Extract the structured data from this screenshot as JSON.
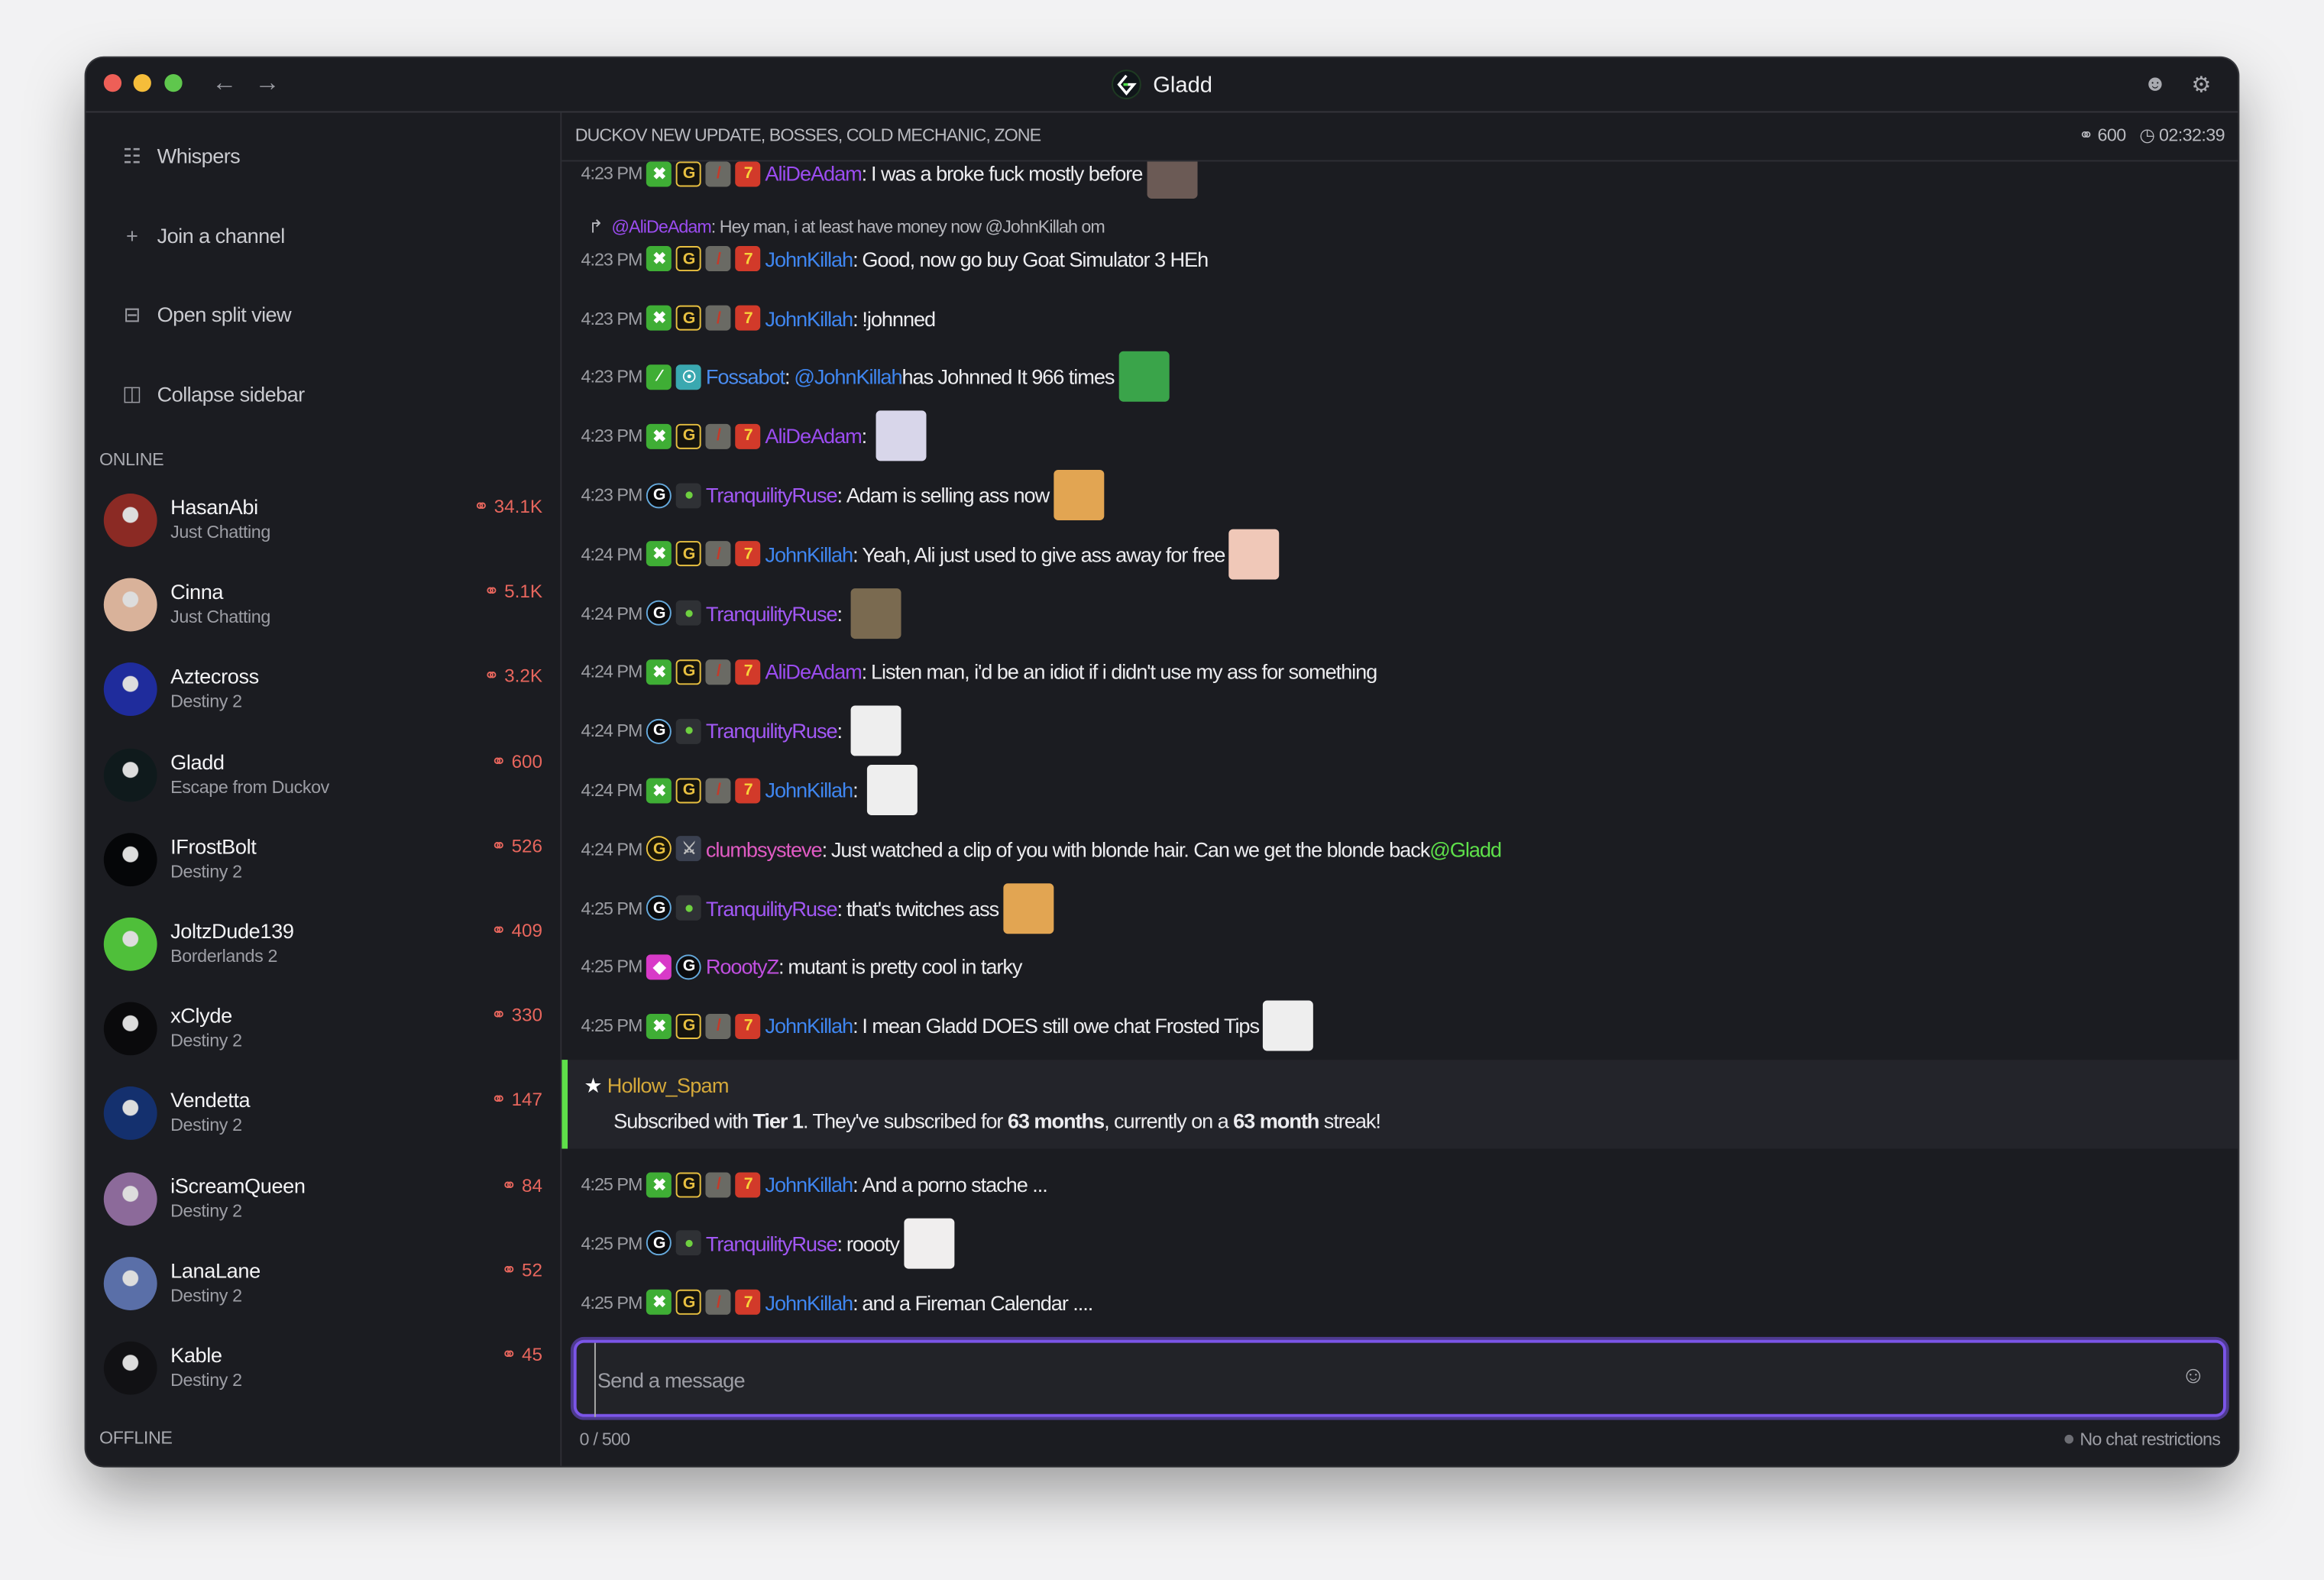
{
  "window": {
    "title": "Gladd",
    "accent": "#7b55e8"
  },
  "titlebar": {
    "back_icon": "arrow-left-icon",
    "forward_icon": "arrow-right-icon",
    "profile_icon": "user-icon",
    "settings_icon": "gear-icon"
  },
  "sidebar": {
    "actions": [
      {
        "label": "Whispers",
        "icon": "chat-bubbles-icon"
      },
      {
        "label": "Join a channel",
        "icon": "plus-icon"
      },
      {
        "label": "Open split view",
        "icon": "split-view-icon"
      },
      {
        "label": "Collapse sidebar",
        "icon": "sidebar-icon"
      }
    ],
    "online_label": "ONLINE",
    "offline_label": "OFFLINE",
    "channels": [
      {
        "name": "HasanAbi",
        "game": "Just Chatting",
        "viewers": "34.1K",
        "color": "#8b2a24"
      },
      {
        "name": "Cinna",
        "game": "Just Chatting",
        "viewers": "5.1K",
        "color": "#d9b29a"
      },
      {
        "name": "Aztecross",
        "game": "Destiny 2",
        "viewers": "3.2K",
        "color": "#1f2c9c"
      },
      {
        "name": "Gladd",
        "game": "Escape from Duckov",
        "viewers": "600",
        "color": "#0f1a1c"
      },
      {
        "name": "IFrostBolt",
        "game": "Destiny 2",
        "viewers": "526",
        "color": "#050608"
      },
      {
        "name": "JoltzDude139",
        "game": "Borderlands 2",
        "viewers": "409",
        "color": "#4fbf3a"
      },
      {
        "name": "xClyde",
        "game": "Destiny 2",
        "viewers": "330",
        "color": "#0a0a0c"
      },
      {
        "name": "Vendetta",
        "game": "Destiny 2",
        "viewers": "147",
        "color": "#14306e"
      },
      {
        "name": "iScreamQueen",
        "game": "Destiny 2",
        "viewers": "84",
        "color": "#8c6a9a"
      },
      {
        "name": "LanaLane",
        "game": "Destiny 2",
        "viewers": "52",
        "color": "#5a6fa8"
      },
      {
        "name": "Kable",
        "game": "Destiny 2",
        "viewers": "45",
        "color": "#111114"
      }
    ],
    "viewer_color": "#e8665d"
  },
  "channel": {
    "stream_title": "DUCKOV NEW UPDATE, BOSSES, COLD MECHANIC, ZONE",
    "viewers": "600",
    "uptime": "02:32:39"
  },
  "messages": [
    {
      "time": "4:23 PM",
      "badges": [
        "green",
        "gold",
        "sword",
        "red"
      ],
      "user": "AliDeAdam",
      "color": "#9b4cf0",
      "parts": [
        {
          "text": "I was a broke fuck mostly before"
        }
      ],
      "emote": "#6b5a55"
    },
    {
      "reply": {
        "user": "@AliDeAdam",
        "text": ": Hey man, i at least have money now @JohnKillah om"
      },
      "time": "4:23 PM",
      "badges": [
        "green",
        "gold",
        "sword",
        "red"
      ],
      "user": "JohnKillah",
      "color": "#3f86f0",
      "parts": [
        {
          "text": "Good, now go buy Goat Simulator 3 HEh"
        }
      ]
    },
    {
      "time": "4:23 PM",
      "badges": [
        "green",
        "gold",
        "sword",
        "red"
      ],
      "user": "JohnKillah",
      "color": "#3f86f0",
      "parts": [
        {
          "text": "!johnned"
        }
      ]
    },
    {
      "time": "4:23 PM",
      "badges": [
        "green2",
        "bot"
      ],
      "user": "Fossabot",
      "color": "#4a8cf0",
      "parts": [
        {
          "text": "@JohnKillah",
          "mention": "#3f86f0"
        },
        {
          "text": " has Johnned It 966 times"
        }
      ],
      "emote": "#3aa44a"
    },
    {
      "time": "4:23 PM",
      "badges": [
        "green",
        "gold",
        "sword",
        "red"
      ],
      "user": "AliDeAdam",
      "color": "#9b4cf0",
      "parts": [],
      "emote": "#d8d6ea"
    },
    {
      "time": "4:23 PM",
      "badges": [
        "round",
        "owl"
      ],
      "user": "TranquilityRuse",
      "color": "#a258f5",
      "parts": [
        {
          "text": "Adam is selling ass now"
        }
      ],
      "emote": "#e2a552"
    },
    {
      "time": "4:24 PM",
      "badges": [
        "green",
        "gold",
        "sword",
        "red"
      ],
      "user": "JohnKillah",
      "color": "#3f86f0",
      "parts": [
        {
          "text": "Yeah, Ali just used to give ass away for free"
        }
      ],
      "emote": "#f0c8b8"
    },
    {
      "time": "4:24 PM",
      "badges": [
        "round",
        "owl"
      ],
      "user": "TranquilityRuse",
      "color": "#a258f5",
      "parts": [],
      "emote": "#7a6a50"
    },
    {
      "time": "4:24 PM",
      "badges": [
        "green",
        "gold",
        "sword",
        "red"
      ],
      "user": "AliDeAdam",
      "color": "#9b4cf0",
      "parts": [
        {
          "text": "Listen man, i'd be an idiot if i didn't use my ass for something"
        }
      ]
    },
    {
      "time": "4:24 PM",
      "badges": [
        "round",
        "owl"
      ],
      "user": "TranquilityRuse",
      "color": "#a258f5",
      "parts": [],
      "emote": "#eeeeee"
    },
    {
      "time": "4:24 PM",
      "badges": [
        "green",
        "gold",
        "sword",
        "red"
      ],
      "user": "JohnKillah",
      "color": "#3f86f0",
      "parts": [],
      "emote": "#eeeeee"
    },
    {
      "time": "4:24 PM",
      "badges": [
        "goldround",
        "knight"
      ],
      "user": "clumbsysteve",
      "color": "#e05bc3",
      "parts": [
        {
          "text": "Just watched a clip of you with blonde hair. Can we get the blonde back "
        },
        {
          "text": "@Gladd",
          "mention": "#5ee04a"
        }
      ]
    },
    {
      "time": "4:25 PM",
      "badges": [
        "round",
        "owl"
      ],
      "user": "TranquilityRuse",
      "color": "#a258f5",
      "parts": [
        {
          "text": "that's twitches ass"
        }
      ],
      "emote": "#e2a552"
    },
    {
      "time": "4:25 PM",
      "badges": [
        "pink",
        "round"
      ],
      "user": "RoootyZ",
      "color": "#c04fdf",
      "parts": [
        {
          "text": "mutant is pretty cool in tarky"
        }
      ]
    },
    {
      "time": "4:25 PM",
      "badges": [
        "green",
        "gold",
        "sword",
        "red"
      ],
      "user": "JohnKillah",
      "color": "#3f86f0",
      "parts": [
        {
          "text": "I mean Gladd DOES still owe chat Frosted Tips"
        }
      ],
      "emote": "#eeeeee"
    },
    {
      "sub": {
        "user": "Hollow_Spam",
        "icon": "star-icon",
        "parts": [
          {
            "text": "Subscribed with "
          },
          {
            "text": "Tier 1",
            "bold": true
          },
          {
            "text": ". They've subscribed for "
          },
          {
            "text": "63 months",
            "bold": true
          },
          {
            "text": ", currently on a "
          },
          {
            "text": "63 month",
            "bold": true
          },
          {
            "text": " streak!"
          }
        ]
      }
    },
    {
      "time": "4:25 PM",
      "badges": [
        "green",
        "gold",
        "sword",
        "red"
      ],
      "user": "JohnKillah",
      "color": "#3f86f0",
      "parts": [
        {
          "text": "And a porno stache ..."
        }
      ]
    },
    {
      "time": "4:25 PM",
      "badges": [
        "round",
        "owl"
      ],
      "user": "TranquilityRuse",
      "color": "#a258f5",
      "parts": [
        {
          "text": "roooty"
        }
      ],
      "emote": "#f0eeee"
    },
    {
      "time": "4:25 PM",
      "badges": [
        "green",
        "gold",
        "sword",
        "red"
      ],
      "user": "JohnKillah",
      "color": "#3f86f0",
      "parts": [
        {
          "text": "and a Fireman Calendar ...."
        }
      ]
    }
  ],
  "composer": {
    "placeholder": "Send a message",
    "value": "",
    "char_count": "0 / 500",
    "restrictions": "No chat restrictions",
    "emoji_icon": "smiley-icon"
  }
}
